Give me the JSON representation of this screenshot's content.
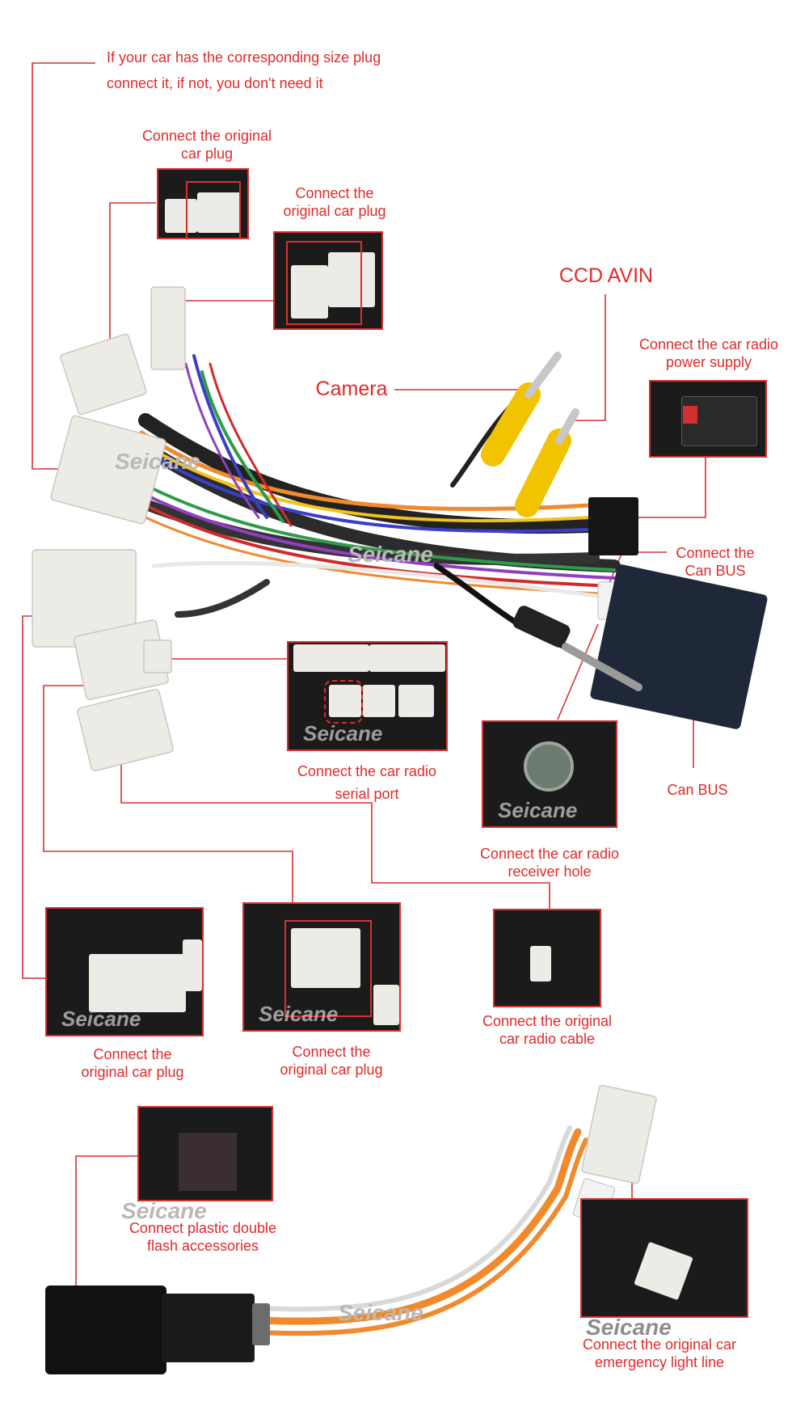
{
  "watermark": "Seicane",
  "labels": {
    "size_plug_line1": "If your car has the corresponding size plug",
    "size_plug_line2": "connect it, if not, you don't need it",
    "orig_plug_1_line1": "Connect the original",
    "orig_plug_1_line2": "car plug",
    "orig_plug_2_line1": "Connect the",
    "orig_plug_2_line2": "original car plug",
    "ccd_avin": "CCD AVIN",
    "camera": "Camera",
    "radio_power_line1": "Connect the car radio",
    "radio_power_line2": "power supply",
    "canbus_connect_line1": "Connect the",
    "canbus_connect_line2": "Can BUS",
    "serial_port_line1": "Connect the car radio",
    "serial_port_line2": "serial port",
    "can_bus": "Can BUS",
    "receiver_hole_line1": "Connect the car radio",
    "receiver_hole_line2": "receiver hole",
    "orig_plug_3_line1": "Connect the",
    "orig_plug_3_line2": "original car plug",
    "orig_plug_4_line1": "Connect the",
    "orig_plug_4_line2": "original car plug",
    "radio_cable_line1": "Connect the original",
    "radio_cable_line2": "car radio cable",
    "double_flash_line1": "Connect plastic double",
    "double_flash_line2": "flash accessories",
    "emergency_line1": "Connect the original car",
    "emergency_line2": "emergency light line"
  },
  "colors": {
    "accent": "#e02a2a",
    "photo_bg": "#1b1b1b",
    "plug_white": "#ecebe6",
    "rca_yellow": "#f2c300",
    "canbus_box": "#1e2838",
    "wire_orange": "#f08a2c"
  }
}
